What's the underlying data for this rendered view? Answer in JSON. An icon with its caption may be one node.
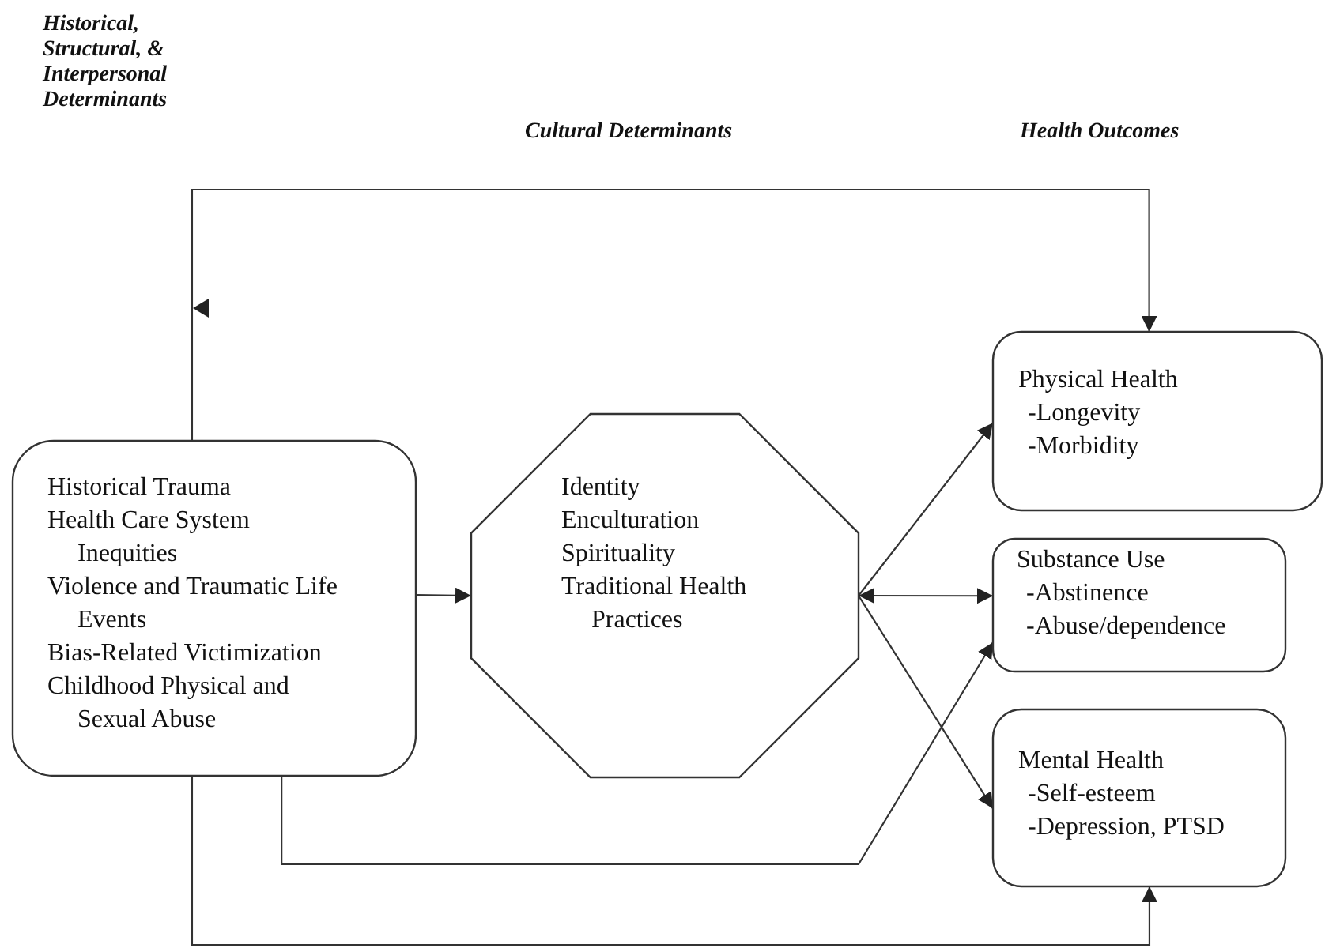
{
  "diagram": {
    "nodes": [
      {
        "text": [
          "Historical Trauma",
          "Health Care System Inequities",
          "Violence and Traumatic Life Events",
          "Bias-Related Victimization",
          "Childhood Physical and Sexual Abuse"
        ]
      },
      {
        "text": [
          "Identity",
          "Enculturation",
          "Spirituality",
          "Traditional Health Practices"
        ]
      },
      {
        "text": [
          "Physical Health",
          "-Longevity",
          "-Morbidity"
        ]
      },
      {
        "text": [
          "Substance Use",
          "-Abstinence",
          "-Abuse/dependence"
        ]
      },
      {
        "text": [
          "Mental Health",
          "-Self-esteem",
          "-Depression, PTSD"
        ]
      }
    ],
    "edges": [
      {
        "from": 0,
        "to": 1,
        "arrow": "to"
      },
      {
        "from": 1,
        "to": 2,
        "arrow": "to"
      },
      {
        "from": 1,
        "to": 3,
        "arrow": "both"
      },
      {
        "from": 1,
        "to": 4,
        "arrow": "to"
      },
      {
        "from": 0,
        "to": 2,
        "arrow": "to"
      },
      {
        "from": 0,
        "to": 3,
        "arrow": "to"
      },
      {
        "from": 0,
        "to": 4,
        "arrow": "to"
      }
    ],
    "labels": [
      "Historical, Structural, & Interpersonal Determinants",
      "Cultural Determinants",
      "Health Outcomes"
    ]
  }
}
